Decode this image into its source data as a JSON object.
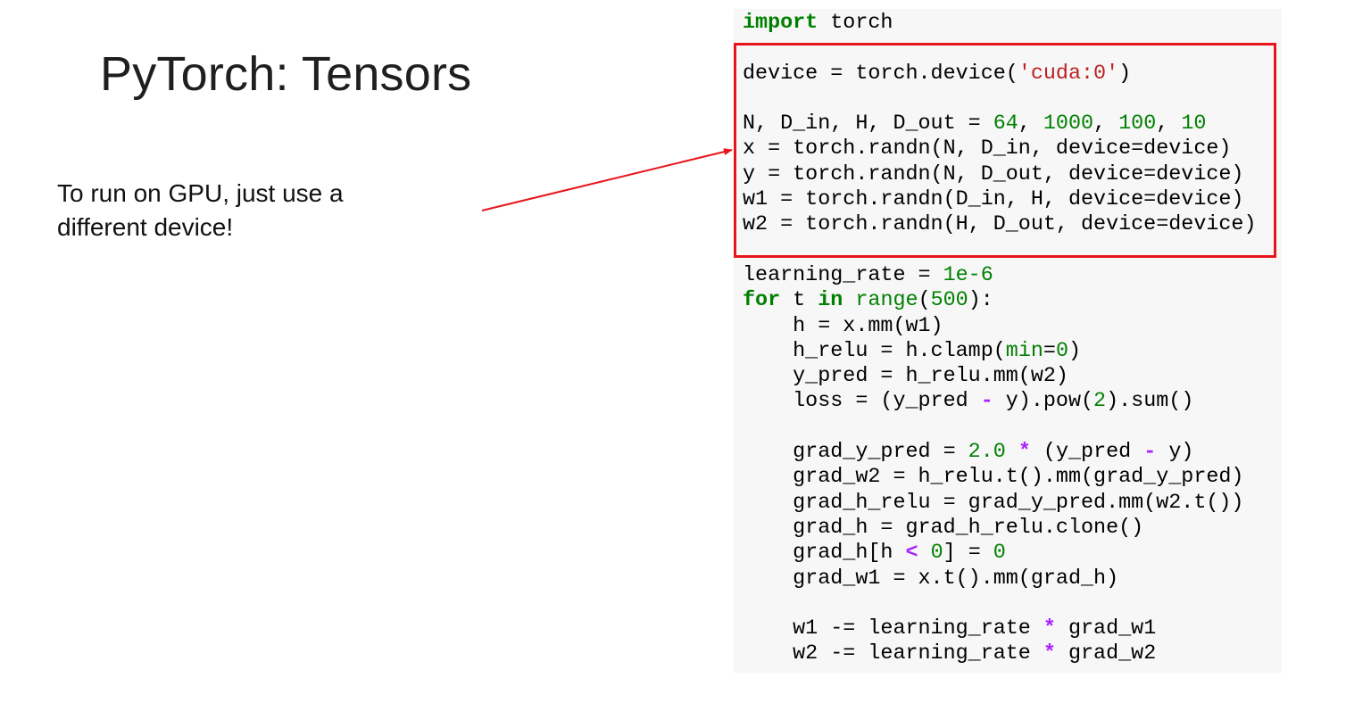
{
  "slide": {
    "title": "PyTorch: Tensors",
    "note_lines": [
      "To run on GPU, just use a",
      "different device!"
    ]
  },
  "colors": {
    "highlight": "#e8141b",
    "keyword": "#008000",
    "string": "#ba2121",
    "number": "#008000",
    "operator": "#aa22ff"
  },
  "code": {
    "lines": [
      [
        {
          "t": "import",
          "c": "kw"
        },
        {
          "t": " torch"
        }
      ],
      [],
      [
        {
          "t": "device = torch.device("
        },
        {
          "t": "'cuda:0'",
          "c": "str"
        },
        {
          "t": ")"
        }
      ],
      [],
      [
        {
          "t": "N, D_in, H, D_out = "
        },
        {
          "t": "64",
          "c": "num"
        },
        {
          "t": ", "
        },
        {
          "t": "1000",
          "c": "num"
        },
        {
          "t": ", "
        },
        {
          "t": "100",
          "c": "num"
        },
        {
          "t": ", "
        },
        {
          "t": "10",
          "c": "num"
        }
      ],
      [
        {
          "t": "x = torch.randn(N, D_in, device=device)"
        }
      ],
      [
        {
          "t": "y = torch.randn(N, D_out, device=device)"
        }
      ],
      [
        {
          "t": "w1 = torch.randn(D_in, H, device=device)"
        }
      ],
      [
        {
          "t": "w2 = torch.randn(H, D_out, device=device)"
        }
      ],
      [],
      [
        {
          "t": "learning_rate = "
        },
        {
          "t": "1e-6",
          "c": "num"
        }
      ],
      [
        {
          "t": "for",
          "c": "kw"
        },
        {
          "t": " t "
        },
        {
          "t": "in",
          "c": "kw"
        },
        {
          "t": " "
        },
        {
          "t": "range",
          "c": "bi"
        },
        {
          "t": "("
        },
        {
          "t": "500",
          "c": "num"
        },
        {
          "t": "):"
        }
      ],
      [
        {
          "t": "    h = x.mm(w1)"
        }
      ],
      [
        {
          "t": "    h_relu = h.clamp("
        },
        {
          "t": "min",
          "c": "bi"
        },
        {
          "t": "="
        },
        {
          "t": "0",
          "c": "num"
        },
        {
          "t": ")"
        }
      ],
      [
        {
          "t": "    y_pred = h_relu.mm(w2)"
        }
      ],
      [
        {
          "t": "    loss = (y_pred "
        },
        {
          "t": "-",
          "c": "op"
        },
        {
          "t": " y).pow("
        },
        {
          "t": "2",
          "c": "num"
        },
        {
          "t": ").sum()"
        }
      ],
      [],
      [
        {
          "t": "    grad_y_pred = "
        },
        {
          "t": "2.0",
          "c": "num"
        },
        {
          "t": " "
        },
        {
          "t": "*",
          "c": "op"
        },
        {
          "t": " (y_pred "
        },
        {
          "t": "-",
          "c": "op"
        },
        {
          "t": " y)"
        }
      ],
      [
        {
          "t": "    grad_w2 = h_relu.t().mm(grad_y_pred)"
        }
      ],
      [
        {
          "t": "    grad_h_relu = grad_y_pred.mm(w2.t())"
        }
      ],
      [
        {
          "t": "    grad_h = grad_h_relu.clone()"
        }
      ],
      [
        {
          "t": "    grad_h[h "
        },
        {
          "t": "<",
          "c": "op"
        },
        {
          "t": " "
        },
        {
          "t": "0",
          "c": "num"
        },
        {
          "t": "] = "
        },
        {
          "t": "0",
          "c": "num"
        }
      ],
      [
        {
          "t": "    grad_w1 = x.t().mm(grad_h)"
        }
      ],
      [],
      [
        {
          "t": "    w1 -= learning_rate "
        },
        {
          "t": "*",
          "c": "op"
        },
        {
          "t": " grad_w1"
        }
      ],
      [
        {
          "t": "    w2 -= learning_rate "
        },
        {
          "t": "*",
          "c": "op"
        },
        {
          "t": " grad_w2"
        }
      ]
    ]
  }
}
